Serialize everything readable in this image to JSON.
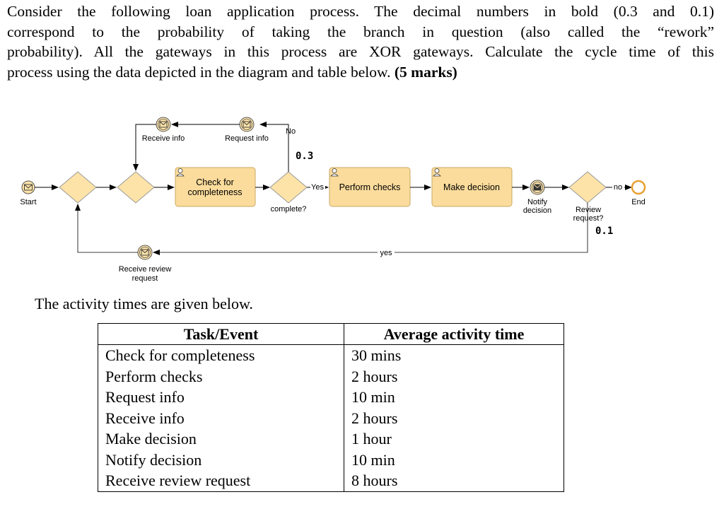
{
  "question": {
    "line1": "Consider the following loan application process. The decimal numbers in bold (0.3 and 0.1)",
    "line2": "correspond to the probability of taking the branch in question (also called the “rework”",
    "line3": "probability). All the gateways in this process are XOR gateways. Calculate the cycle time of this",
    "line4_pre": "process using the data depicted in the diagram and table below. ",
    "line4_bold": "(5 marks)"
  },
  "diagram": {
    "start_label": "Start",
    "end_label": "End",
    "receive_info": "Receive info",
    "request_info": "Request info",
    "check_line1": "Check for",
    "check_line2": "completeness",
    "perform_checks": "Perform checks",
    "make_decision": "Make decision",
    "notify_line1": "Notify",
    "notify_line2": "decision",
    "review_line1": "Review",
    "review_line2": "request?",
    "complete_label": "complete?",
    "no_label_1": "No",
    "yes_label_1": "Yes",
    "no_label_2": "no",
    "yes_label_2": "yes",
    "prob_rework_info": "0.3",
    "prob_review": "0.1",
    "receive_review_line1": "Receive review",
    "receive_review_line2": "request"
  },
  "intro": "The activity times are given below.",
  "table": {
    "headers": [
      "Task/Event",
      "Average activity time"
    ],
    "rows": [
      [
        "Check for completeness",
        "30 mins"
      ],
      [
        "Perform checks",
        "2 hours"
      ],
      [
        "Request info",
        "10 min"
      ],
      [
        "Receive info",
        "2 hours"
      ],
      [
        "Make decision",
        "1 hour"
      ],
      [
        "Notify decision",
        "10 min"
      ],
      [
        "Receive review request",
        "8 hours"
      ]
    ]
  },
  "colors": {
    "task_fill": "#fbdc9c",
    "task_stroke": "#c9a860",
    "gateway_fill": "#fde3a8",
    "event_fill": "#fde3a8",
    "flow_line": "#000000"
  }
}
